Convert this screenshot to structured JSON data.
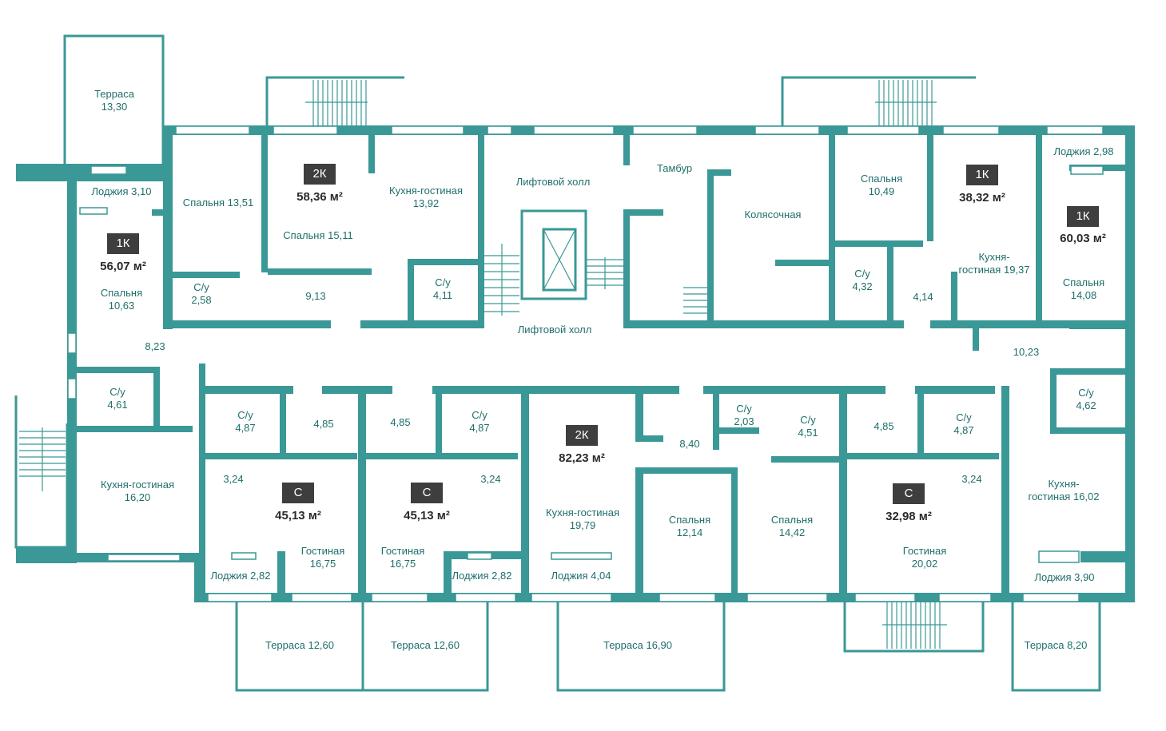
{
  "colors": {
    "wall": "#3a9896",
    "label": "#1f6f6c",
    "badge_bg": "#3e3e3e",
    "area_text": "#2b2b2b"
  },
  "apartments": [
    {
      "type": "2К",
      "area": "58,36 м²"
    },
    {
      "type": "1К",
      "area": "56,07 м²"
    },
    {
      "type": "1К",
      "area": "38,32 м²"
    },
    {
      "type": "1К",
      "area": "60,03 м²"
    },
    {
      "type": "С",
      "area": "45,13 м²"
    },
    {
      "type": "С",
      "area": "45,13 м²"
    },
    {
      "type": "2К",
      "area": "82,23 м²"
    },
    {
      "type": "С",
      "area": "32,98 м²"
    }
  ],
  "rooms": [
    {
      "name": "Терраса",
      "value": "13,30"
    },
    {
      "name": "Лоджия 3,10",
      "value": ""
    },
    {
      "name": "Спальня 13,51",
      "value": ""
    },
    {
      "name": "Спальня 15,11",
      "value": ""
    },
    {
      "name": "Кухня-гостиная",
      "value": "13,92"
    },
    {
      "name": "Лифтовой холл",
      "value": ""
    },
    {
      "name": "Тамбур",
      "value": ""
    },
    {
      "name": "Колясочная",
      "value": ""
    },
    {
      "name": "Спальня",
      "value": "10,49"
    },
    {
      "name": "Лоджия 2,98",
      "value": ""
    },
    {
      "name": "Спальня",
      "value": "10,63"
    },
    {
      "name": "С/у",
      "value": "2,58"
    },
    {
      "name": "9,13",
      "value": ""
    },
    {
      "name": "С/у",
      "value": "4,11"
    },
    {
      "name": "Лифтовой холл",
      "value": ""
    },
    {
      "name": "С/у",
      "value": "4,32"
    },
    {
      "name": "4,14",
      "value": ""
    },
    {
      "name": "Кухня-",
      "value": "гостиная 19,37"
    },
    {
      "name": "Спальня",
      "value": "14,08"
    },
    {
      "name": "8,23",
      "value": ""
    },
    {
      "name": "10,23",
      "value": ""
    },
    {
      "name": "С/у",
      "value": "4,61"
    },
    {
      "name": "С/у",
      "value": "4,87"
    },
    {
      "name": "4,85",
      "value": ""
    },
    {
      "name": "4,85",
      "value": ""
    },
    {
      "name": "С/у",
      "value": "4,87"
    },
    {
      "name": "С/у",
      "value": "2,03"
    },
    {
      "name": "С/у",
      "value": "4,51"
    },
    {
      "name": "4,85",
      "value": ""
    },
    {
      "name": "С/у",
      "value": "4,87"
    },
    {
      "name": "С/у",
      "value": "4,62"
    },
    {
      "name": "8,40",
      "value": ""
    },
    {
      "name": "Кухня-гостиная",
      "value": "16,20"
    },
    {
      "name": "3,24",
      "value": ""
    },
    {
      "name": "3,24",
      "value": ""
    },
    {
      "name": "Кухня-гостиная",
      "value": "19,79"
    },
    {
      "name": "Спальня",
      "value": "12,14"
    },
    {
      "name": "Спальня",
      "value": "14,42"
    },
    {
      "name": "3,24",
      "value": ""
    },
    {
      "name": "Кухня-",
      "value": "гостиная 16,02"
    },
    {
      "name": "Гостиная",
      "value": "16,75"
    },
    {
      "name": "Гостиная",
      "value": "16,75"
    },
    {
      "name": "Гостиная",
      "value": "20,02"
    },
    {
      "name": "Лоджия 2,82",
      "value": ""
    },
    {
      "name": "Лоджия 2,82",
      "value": ""
    },
    {
      "name": "Лоджия 4,04",
      "value": ""
    },
    {
      "name": "Лоджия 3,90",
      "value": ""
    },
    {
      "name": "Терраса 12,60",
      "value": ""
    },
    {
      "name": "Терраса 12,60",
      "value": ""
    },
    {
      "name": "Терраса 16,90",
      "value": ""
    },
    {
      "name": "Терраса 8,20",
      "value": ""
    }
  ]
}
